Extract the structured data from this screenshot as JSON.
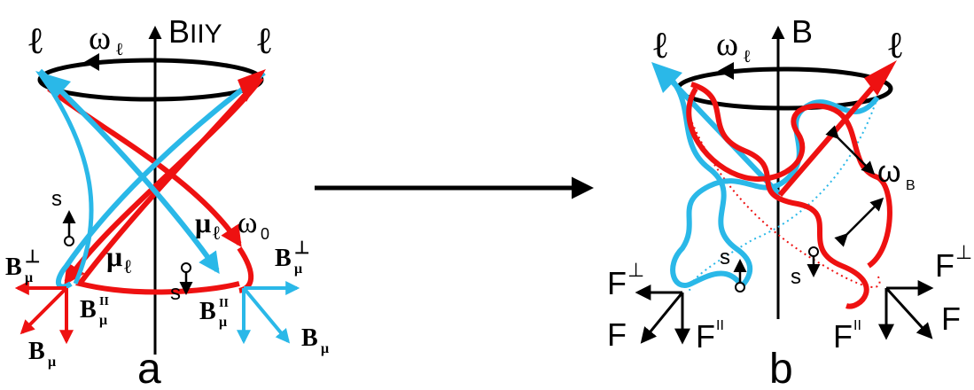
{
  "panel_a": {
    "caption": "a",
    "field_label": "B",
    "field_suffix": "IIY",
    "omega_symbol": "ω",
    "omega_sub": "ℓ",
    "ell_left": "ℓ",
    "ell_right": "ℓ",
    "omega0_symbol": "ω",
    "omega0_sub": "0",
    "mu_symbol": "μ",
    "mu_sub": "ℓ",
    "spin": "s",
    "b_symbol": "B",
    "b_sub": "μ",
    "perp": "⊥",
    "para": "II"
  },
  "panel_b": {
    "caption": "b",
    "field_label": "B",
    "omega_symbol": "ω",
    "omega_sub": "ℓ",
    "ell_left": "ℓ",
    "ell_right": "ℓ",
    "omegaB_symbol": "ω",
    "omegaB_sub": "B",
    "spin": "s",
    "f_symbol": "F",
    "perp": "⊥",
    "para": "II"
  },
  "colors": {
    "red": "#ee1111",
    "blue": "#2ab8e8",
    "black": "#000000"
  }
}
